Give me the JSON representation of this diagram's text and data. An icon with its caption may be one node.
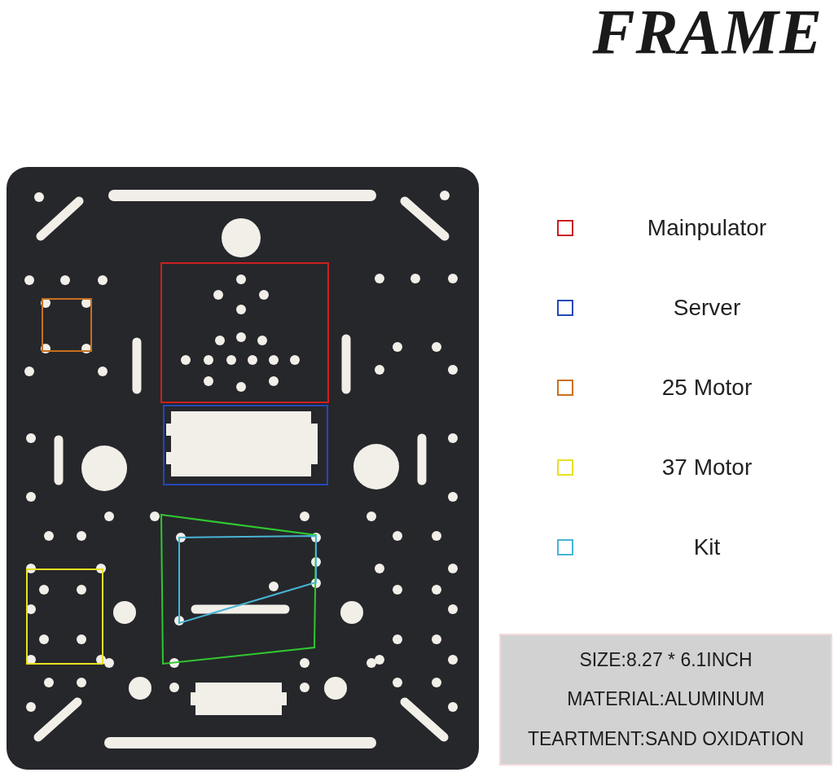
{
  "diagram": {
    "title": "FRAME",
    "labels": [
      "SIZE:8.27 * 6.1INCH",
      "MATERIAL:ALUMINUM",
      "TEARTMENT:SAND OXIDATION"
    ],
    "legend": [
      {
        "text": "Mainpulator",
        "color": "#cc2020"
      },
      {
        "text": "Server",
        "color": "#2448b8"
      },
      {
        "text": "25 Motor",
        "color": "#c8701e"
      },
      {
        "text": "37 Motor",
        "color": "#e8e020"
      },
      {
        "text": "Kit",
        "color": "#48b4d4"
      }
    ]
  }
}
